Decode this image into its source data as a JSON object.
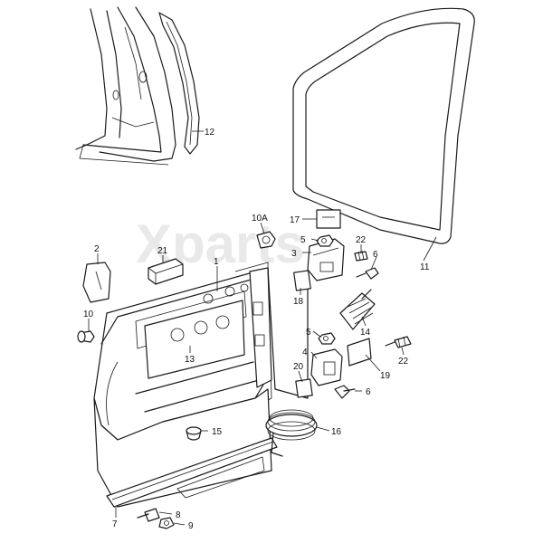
{
  "watermark": "Xparts",
  "callouts": [
    {
      "id": "c12",
      "label": "12"
    },
    {
      "id": "c11",
      "label": "11"
    },
    {
      "id": "c10A",
      "label": "10A"
    },
    {
      "id": "c17",
      "label": "17"
    },
    {
      "id": "c5a",
      "label": "5"
    },
    {
      "id": "c3",
      "label": "3"
    },
    {
      "id": "c22a",
      "label": "22"
    },
    {
      "id": "c6a",
      "label": "6"
    },
    {
      "id": "c2",
      "label": "2"
    },
    {
      "id": "c21",
      "label": "21"
    },
    {
      "id": "c1",
      "label": "1"
    },
    {
      "id": "c18",
      "label": "18"
    },
    {
      "id": "c10",
      "label": "10"
    },
    {
      "id": "c14",
      "label": "14"
    },
    {
      "id": "c5b",
      "label": "5"
    },
    {
      "id": "c13",
      "label": "13"
    },
    {
      "id": "c4",
      "label": "4"
    },
    {
      "id": "c22b",
      "label": "22"
    },
    {
      "id": "c20",
      "label": "20"
    },
    {
      "id": "c19",
      "label": "19"
    },
    {
      "id": "c6b",
      "label": "6"
    },
    {
      "id": "c15",
      "label": "15"
    },
    {
      "id": "c16",
      "label": "16"
    },
    {
      "id": "c7",
      "label": "7"
    },
    {
      "id": "c8",
      "label": "8"
    },
    {
      "id": "c9",
      "label": "9"
    }
  ]
}
